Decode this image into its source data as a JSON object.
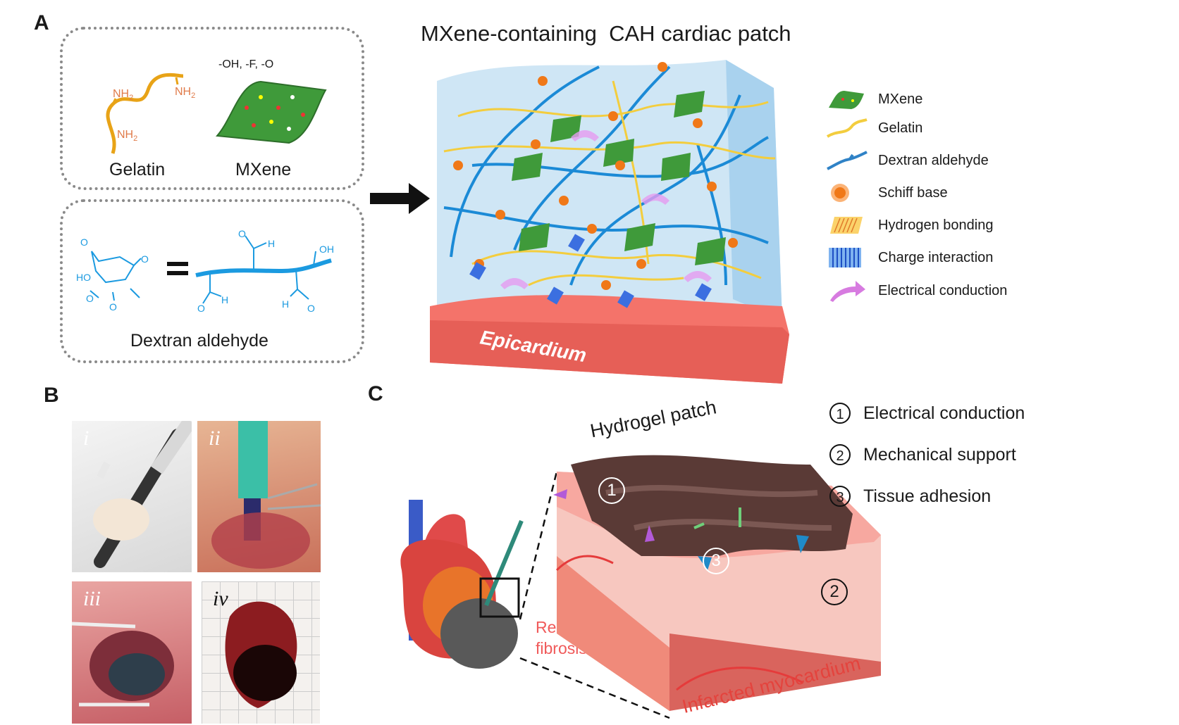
{
  "panels": {
    "a": "A",
    "b": "B",
    "c": "C"
  },
  "panel_a": {
    "chem": {
      "nh2": "NH",
      "sub2": "2",
      "groups": "-OH, -F, -O",
      "oh": "OH",
      "h": "H",
      "o": "O",
      "ho": "HO"
    },
    "labels": {
      "gelatin": "Gelatin",
      "mxene": "MXene",
      "dextran": "Dextran aldehyde"
    },
    "title": "MXene-containing  CAH cardiac patch",
    "epicardium": "Epicardium",
    "legend": [
      {
        "label": "MXene",
        "icon": "mxene-sheet-icon"
      },
      {
        "label": "Gelatin",
        "icon": "gelatin-strand-icon"
      },
      {
        "label": "Dextran aldehyde",
        "icon": "dextran-strand-icon"
      },
      {
        "label": "Schiff base",
        "icon": "schiff-base-dot-icon"
      },
      {
        "label": "Hydrogen bonding",
        "icon": "hydrogen-bond-icon"
      },
      {
        "label": "Charge interaction",
        "icon": "charge-interaction-icon"
      },
      {
        "label": "Electrical conduction",
        "icon": "conduction-arrow-icon"
      }
    ]
  },
  "panel_b": {
    "photos": [
      "i",
      "ii",
      "iii",
      "iv"
    ]
  },
  "panel_c": {
    "hydrogel": "Hydrogel patch",
    "reducing": "Reducing",
    "fibrosis": "fibrosis",
    "infarct": "Infarcted myocardium",
    "marks": [
      "1",
      "2",
      "3"
    ],
    "features": [
      {
        "num": "1",
        "label": "Electrical conduction"
      },
      {
        "num": "2",
        "label": "Mechanical support"
      },
      {
        "num": "3",
        "label": "Tissue adhesion"
      }
    ]
  },
  "colors": {
    "gelatin": "#e8a317",
    "dextran": "#1b8ad6",
    "mxene": "#3f9a3a",
    "schiff": "#f07818",
    "tissue": "#f26b5e",
    "patch": "#5a3a36"
  }
}
